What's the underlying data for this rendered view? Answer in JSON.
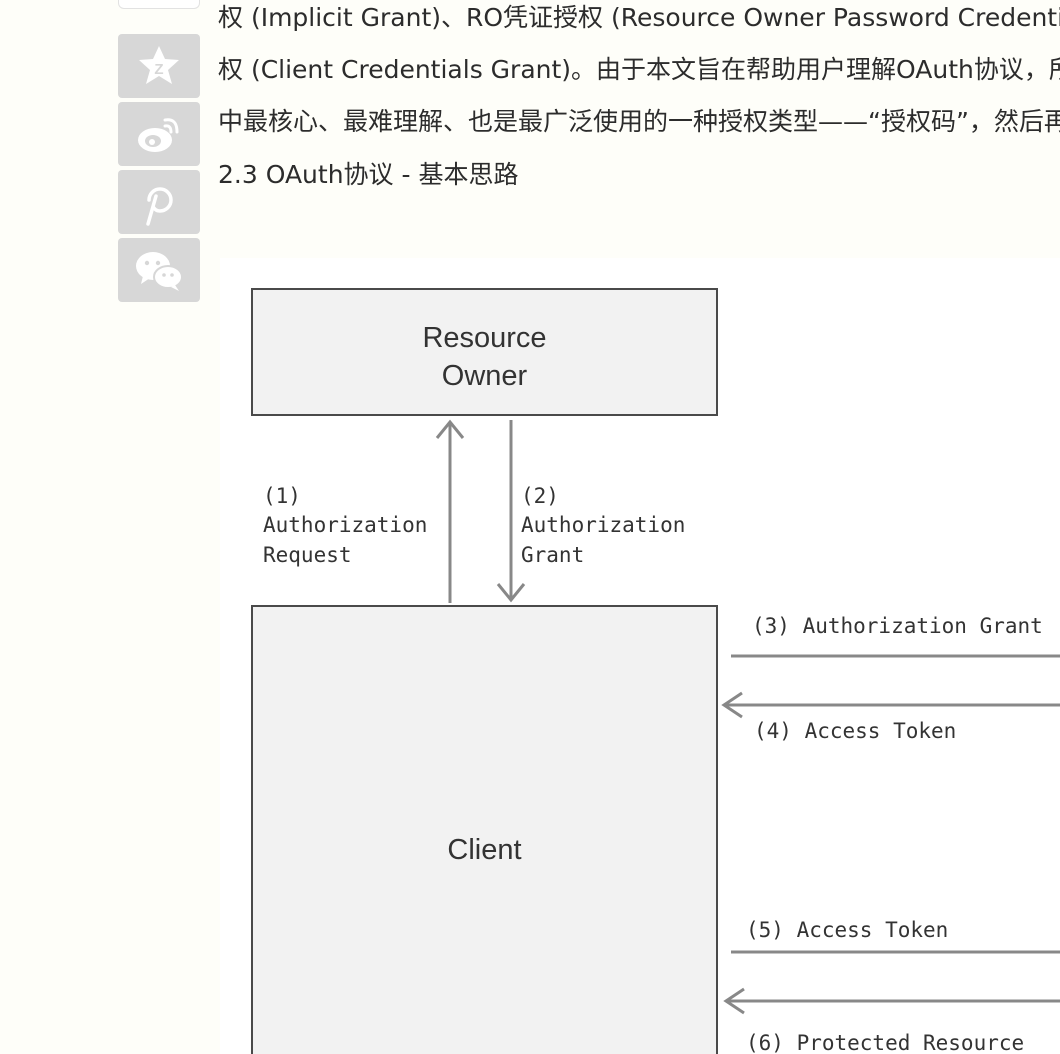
{
  "share_bar": {
    "buttons": [
      {
        "name": "qzone",
        "icon": "qzone-star-icon"
      },
      {
        "name": "weibo",
        "icon": "weibo-icon"
      },
      {
        "name": "pinterest",
        "icon": "pinterest-icon"
      },
      {
        "name": "wechat",
        "icon": "wechat-icon"
      }
    ]
  },
  "article": {
    "lines": [
      "权 (Implicit Grant)、RO凭证授权 (Resource Owner Password Credentials Grant)、Client凭证授",
      "权 (Client Credentials Grant)。由于本文旨在帮助用户理解OAuth协议，所以我将先介绍这些授权类型",
      "中最核心、最难理解、也是最广泛使用的一种授权类型——“授权码”，然后再介绍其它授权类型。",
      "2.3 OAuth协议 - 基本思路"
    ]
  },
  "diagram": {
    "resource_owner": {
      "line1": "Resource",
      "line2": "Owner"
    },
    "client": "Client",
    "step1": {
      "num": "(1)",
      "line1": "Authorization",
      "line2": "Request"
    },
    "step2": {
      "num": "(2)",
      "line1": "Authorization",
      "line2": "Grant"
    },
    "step3": "(3) Authorization Grant",
    "step4": "(4) Access Token",
    "step5": "(5) Access Token",
    "step6": "(6) Protected Resource"
  },
  "colors": {
    "page_bg": "#fefef9",
    "share_button_bg": "#d7d7d7",
    "box_fill": "#f2f2f2",
    "box_border": "#4a4a4a",
    "arrow": "#888888"
  }
}
